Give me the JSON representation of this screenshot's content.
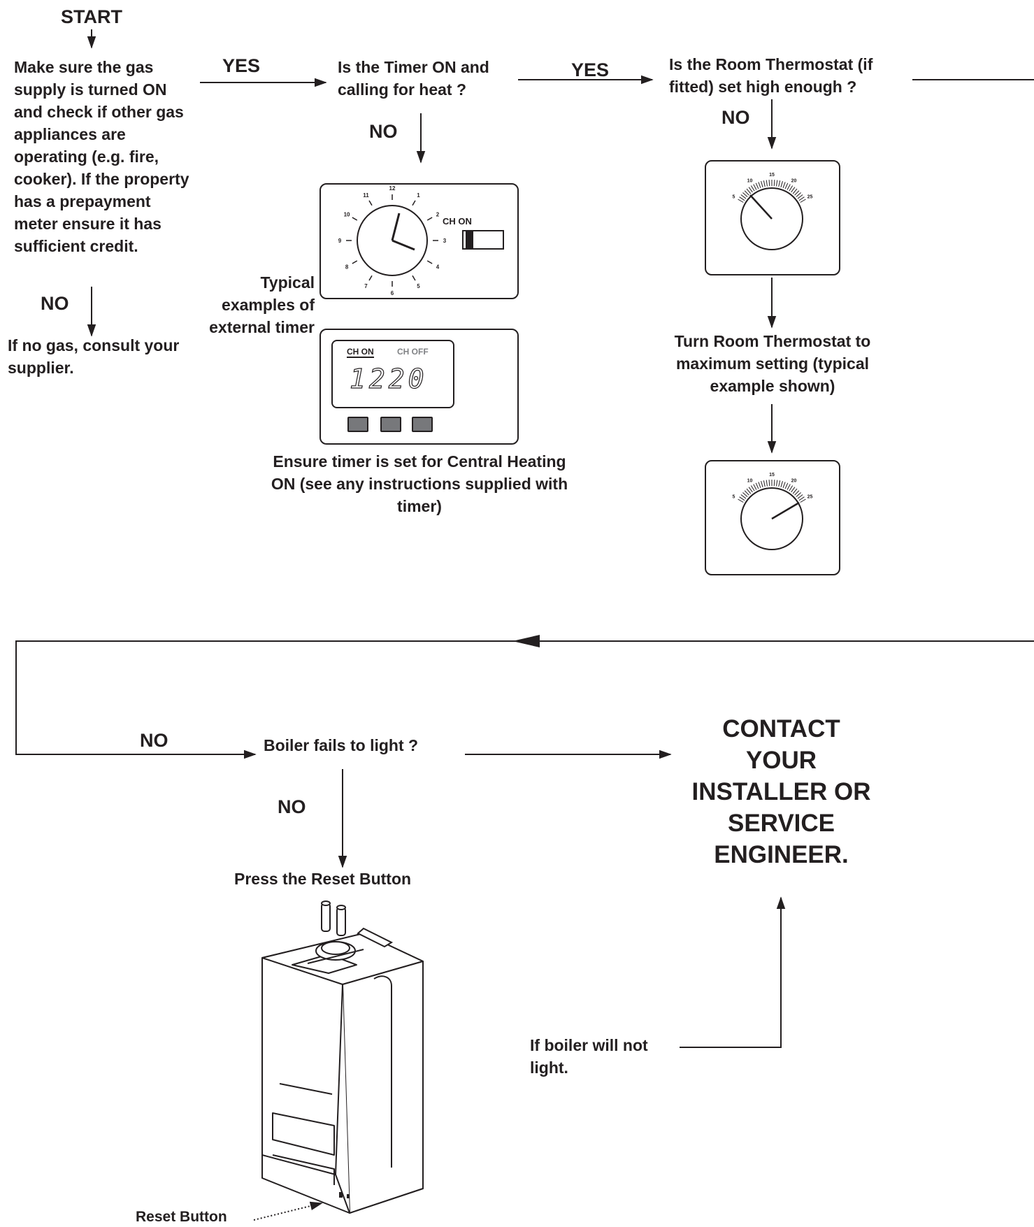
{
  "start_label": "START",
  "gas_check": {
    "text": "Make sure the gas supply is turned ON and check if other gas appliances are operating (e.g. fire, cooker). If the property has a prepayment meter ensure it has sufficient credit.",
    "no_label": "NO",
    "no_result": "If no gas, consult your supplier."
  },
  "yes_label_1": "YES",
  "timer_check": {
    "question": "Is the Timer ON and calling for heat ?",
    "no_label": "NO",
    "examples_caption": "Typical examples of external timer",
    "instruction": "Ensure timer is set for Central Heating ON (see any instructions supplied with timer)",
    "mechanical_timer": {
      "switch_label": "CH ON",
      "dial_numbers": [
        "12",
        "1",
        "2",
        "3",
        "4",
        "5",
        "6",
        "7",
        "8",
        "9",
        "10",
        "11"
      ]
    },
    "digital_timer": {
      "ch_on_label": "CH ON",
      "ch_off_label": "CH OFF",
      "display_value": "1220"
    }
  },
  "yes_label_2": "YES",
  "thermostat_check": {
    "question": "Is the Room Thermostat (if fitted) set high enough ?",
    "no_label": "NO",
    "instruction": "Turn Room Thermostat to maximum setting (typical example shown)",
    "scale_labels": [
      "5",
      "10",
      "15",
      "20",
      "25"
    ]
  },
  "boiler_check": {
    "no_label_in": "NO",
    "question": "Boiler fails to light ?",
    "no_label": "NO",
    "instruction": "Press the Reset Button",
    "reset_caption": "Reset Button"
  },
  "contact": {
    "text_lines": [
      "CONTACT",
      "YOUR",
      "INSTALLER OR",
      "SERVICE",
      "ENGINEER."
    ]
  },
  "not_light": {
    "text": "If boiler will not light."
  },
  "colors": {
    "ink": "#231f20",
    "grey_button": "#77787b",
    "grey_text": "#808285"
  }
}
